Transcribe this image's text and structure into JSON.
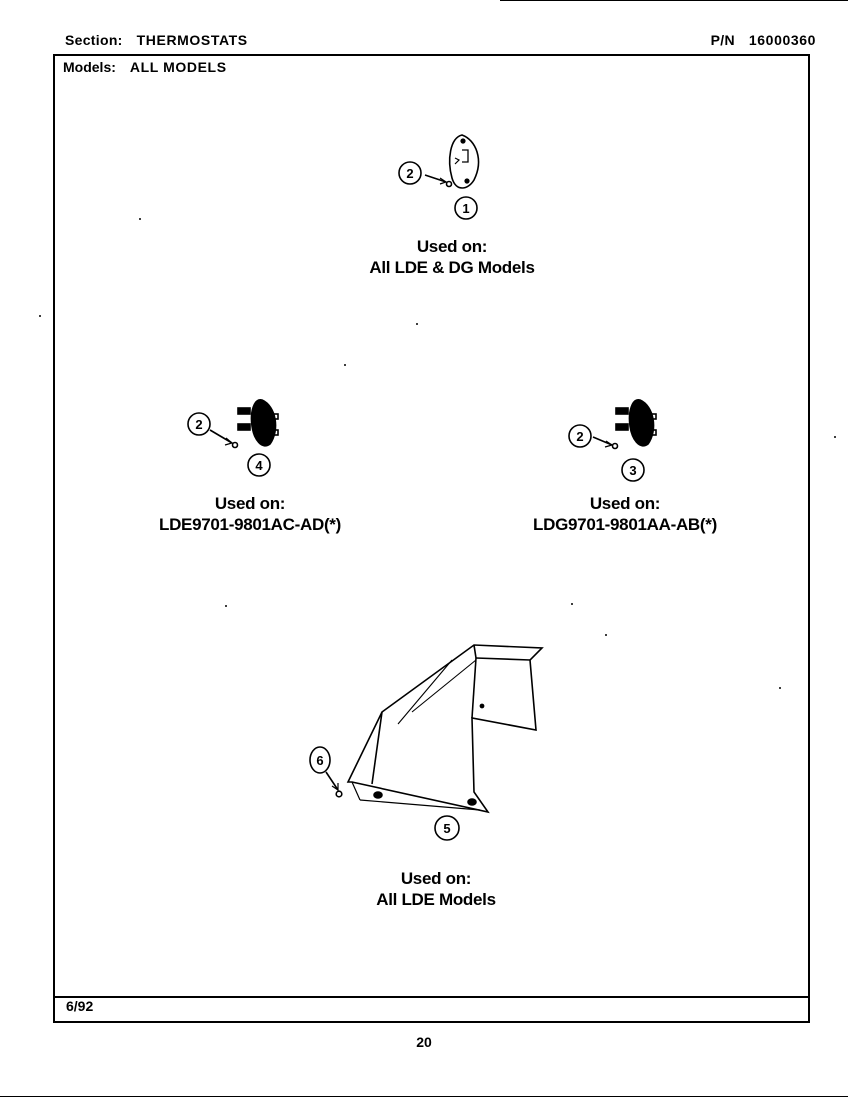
{
  "header": {
    "section_label": "Section:",
    "section_value": "THERMOSTATS",
    "models_label": "Models:",
    "models_value": "ALL MODELS",
    "pn_label": "P/N",
    "pn_value": "16000360"
  },
  "groups": [
    {
      "used_on_label": "Used on:",
      "used_on_value": "All LDE & DG Models",
      "callouts": [
        "2",
        "1"
      ]
    },
    {
      "used_on_label": "Used on:",
      "used_on_value": "LDE9701-9801AC-AD(*)",
      "callouts": [
        "2",
        "4"
      ]
    },
    {
      "used_on_label": "Used on:",
      "used_on_value": "LDG9701-9801AA-AB(*)",
      "callouts": [
        "2",
        "3"
      ]
    },
    {
      "used_on_label": "Used on:",
      "used_on_value": "All LDE Models",
      "callouts": [
        "6",
        "5"
      ]
    }
  ],
  "footer": {
    "date": "6/92",
    "page_number": "20"
  }
}
